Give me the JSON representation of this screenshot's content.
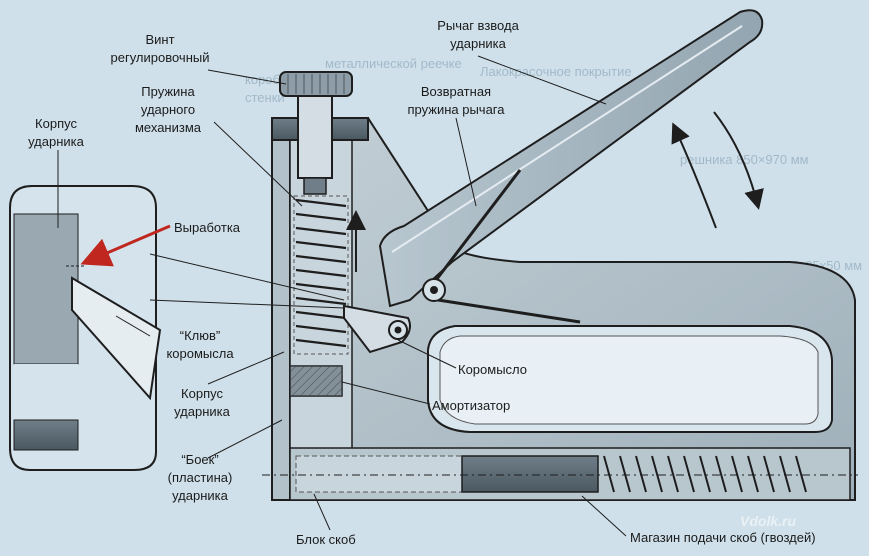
{
  "labels": {
    "adjust_screw": [
      "Винт",
      "регулировочный"
    ],
    "striker_spring": [
      "Пружина",
      "ударного",
      "механизма"
    ],
    "striker_body_top": [
      "Корпус",
      "ударника"
    ],
    "wear": "Выработка",
    "rocker_beak": [
      "“Клюв”",
      "коромысла"
    ],
    "striker_body_mid": [
      "Корпус",
      "ударника"
    ],
    "striker_blade": [
      "“Боек”",
      "(пластина)",
      "ударника"
    ],
    "staple_block": "Блок скоб",
    "cocking_lever": [
      "Рычаг взвода",
      "ударника"
    ],
    "lever_return_spring": [
      "Возвратная",
      "пружина рычага"
    ],
    "rocker": "Коромысло",
    "damper": "Амортизатор",
    "staple_magazine": "Магазин подачи скоб (гвоздей)"
  },
  "background_text": [
    "Лакокрасочное покрытие",
    "решника 850×970 мм",
    "лте 25х25х50 мм",
    "металлической реечке",
    "коробчатой",
    "стенки"
  ],
  "watermark": "Vdolk.ru",
  "colors": {
    "background": "#cfe0ea",
    "metal": "#a9b8c2",
    "metal_dark": "#7f8f9a",
    "outline": "#1e1e1e",
    "pointer": "#c0271f"
  }
}
